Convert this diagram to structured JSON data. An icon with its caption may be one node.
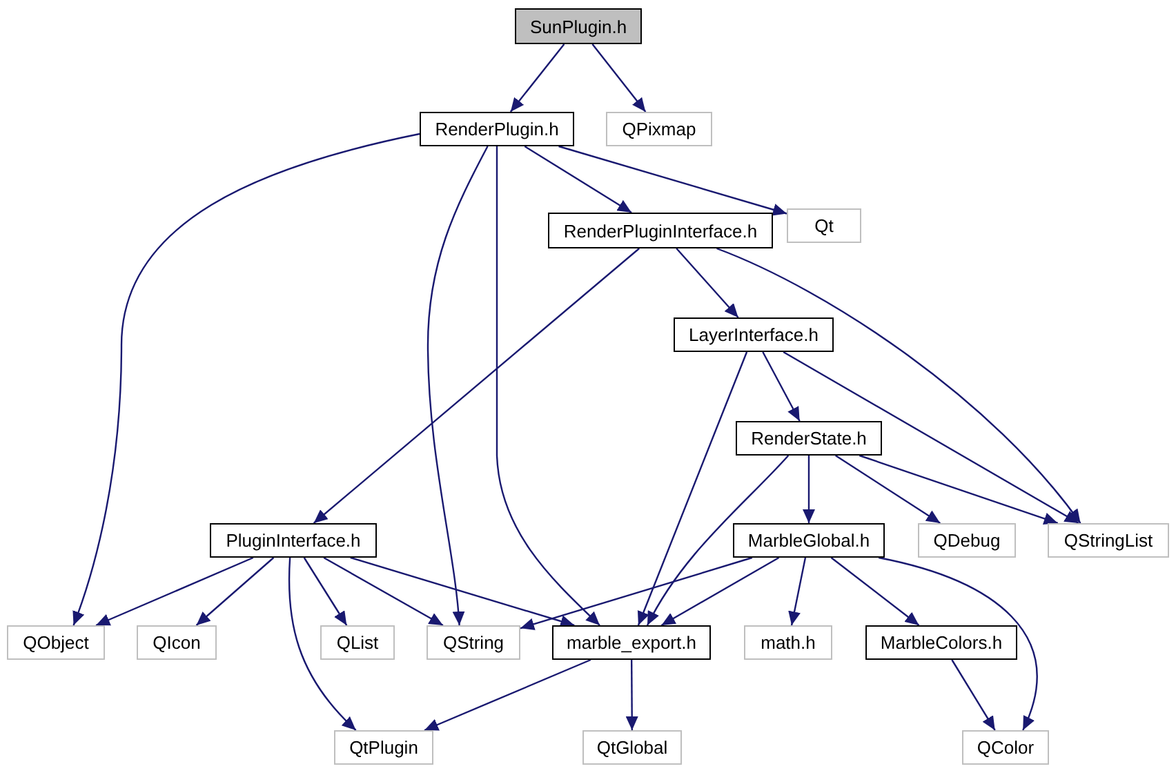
{
  "diagram": {
    "nodes": [
      {
        "text": [
          "SunPlugin.h"
        ]
      },
      {
        "text": [
          "RenderPlugin.h"
        ]
      },
      {
        "text": [
          "QPixmap"
        ]
      },
      {
        "text": [
          "RenderPluginInterface.h"
        ]
      },
      {
        "text": [
          "Qt"
        ]
      },
      {
        "text": [
          "LayerInterface.h"
        ]
      },
      {
        "text": [
          "RenderState.h"
        ]
      },
      {
        "text": [
          "PluginInterface.h"
        ]
      },
      {
        "text": [
          "MarbleGlobal.h"
        ]
      },
      {
        "text": [
          "QDebug"
        ]
      },
      {
        "text": [
          "QStringList"
        ]
      },
      {
        "text": [
          "QObject"
        ]
      },
      {
        "text": [
          "QIcon"
        ]
      },
      {
        "text": [
          "QList"
        ]
      },
      {
        "text": [
          "QString"
        ]
      },
      {
        "text": [
          "marble_export.h"
        ]
      },
      {
        "text": [
          "math.h"
        ]
      },
      {
        "text": [
          "MarbleColors.h"
        ]
      },
      {
        "text": [
          "QtPlugin"
        ]
      },
      {
        "text": [
          "QtGlobal"
        ]
      },
      {
        "text": [
          "QColor"
        ]
      }
    ],
    "edges": [
      {
        "from": 0,
        "to": 1,
        "arrow": "to"
      },
      {
        "from": 0,
        "to": 2,
        "arrow": "to"
      },
      {
        "from": 1,
        "to": 11,
        "arrow": "to"
      },
      {
        "from": 1,
        "to": 14,
        "arrow": "to"
      },
      {
        "from": 1,
        "to": 15,
        "arrow": "to"
      },
      {
        "from": 1,
        "to": 3,
        "arrow": "to"
      },
      {
        "from": 1,
        "to": 4,
        "arrow": "to"
      },
      {
        "from": 3,
        "to": 7,
        "arrow": "to"
      },
      {
        "from": 3,
        "to": 5,
        "arrow": "to"
      },
      {
        "from": 3,
        "to": 10,
        "arrow": "to"
      },
      {
        "from": 5,
        "to": 15,
        "arrow": "to"
      },
      {
        "from": 5,
        "to": 6,
        "arrow": "to"
      },
      {
        "from": 5,
        "to": 10,
        "arrow": "to"
      },
      {
        "from": 6,
        "to": 15,
        "arrow": "to"
      },
      {
        "from": 6,
        "to": 8,
        "arrow": "to"
      },
      {
        "from": 6,
        "to": 9,
        "arrow": "to"
      },
      {
        "from": 6,
        "to": 10,
        "arrow": "to"
      },
      {
        "from": 7,
        "to": 11,
        "arrow": "to"
      },
      {
        "from": 7,
        "to": 12,
        "arrow": "to"
      },
      {
        "from": 7,
        "to": 18,
        "arrow": "to"
      },
      {
        "from": 7,
        "to": 13,
        "arrow": "to"
      },
      {
        "from": 7,
        "to": 14,
        "arrow": "to"
      },
      {
        "from": 7,
        "to": 15,
        "arrow": "to"
      },
      {
        "from": 8,
        "to": 14,
        "arrow": "to"
      },
      {
        "from": 8,
        "to": 15,
        "arrow": "to"
      },
      {
        "from": 8,
        "to": 16,
        "arrow": "to"
      },
      {
        "from": 8,
        "to": 17,
        "arrow": "to"
      },
      {
        "from": 8,
        "to": 20,
        "arrow": "to"
      },
      {
        "from": 15,
        "to": 18,
        "arrow": "to"
      },
      {
        "from": 15,
        "to": 19,
        "arrow": "to"
      },
      {
        "from": 17,
        "to": 20,
        "arrow": "to"
      }
    ]
  }
}
